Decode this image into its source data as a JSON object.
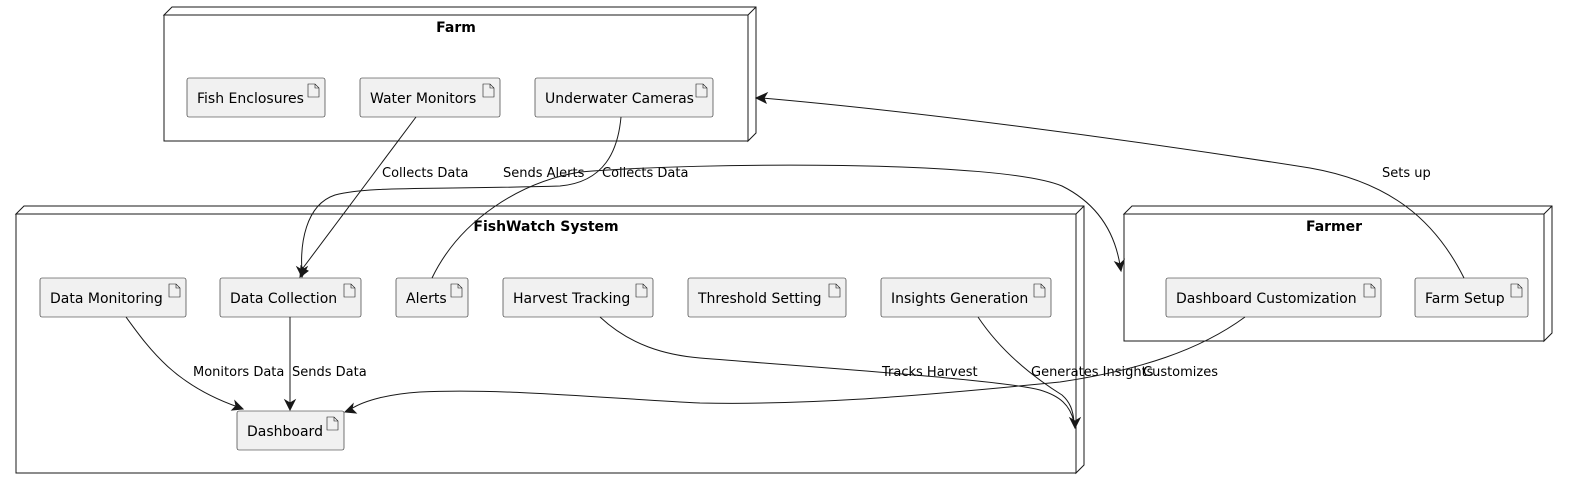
{
  "nodes": {
    "farm": {
      "title": "Farm"
    },
    "fishwatch": {
      "title": "FishWatch System"
    },
    "farmer": {
      "title": "Farmer"
    }
  },
  "artifacts": {
    "fish_enclosures": "Fish Enclosures",
    "water_monitors": "Water Monitors",
    "underwater_cameras": "Underwater Cameras",
    "data_monitoring": "Data Monitoring",
    "data_collection": "Data Collection",
    "alerts": "Alerts",
    "harvest_tracking": "Harvest Tracking",
    "threshold_setting": "Threshold Setting",
    "insights_generation": "Insights Generation",
    "dashboard": "Dashboard",
    "dashboard_customization": "Dashboard Customization",
    "farm_setup": "Farm Setup"
  },
  "edges": {
    "water_collects": "Collects Data",
    "camera_collects": "Collects Data",
    "sends_alerts": "Sends Alerts",
    "sets_up": "Sets up",
    "monitors_data": "Monitors Data",
    "sends_data": "Sends Data",
    "tracks_harvest": "Tracks Harvest",
    "generates_insights": "Generates Insights",
    "customizes": "Customizes"
  }
}
